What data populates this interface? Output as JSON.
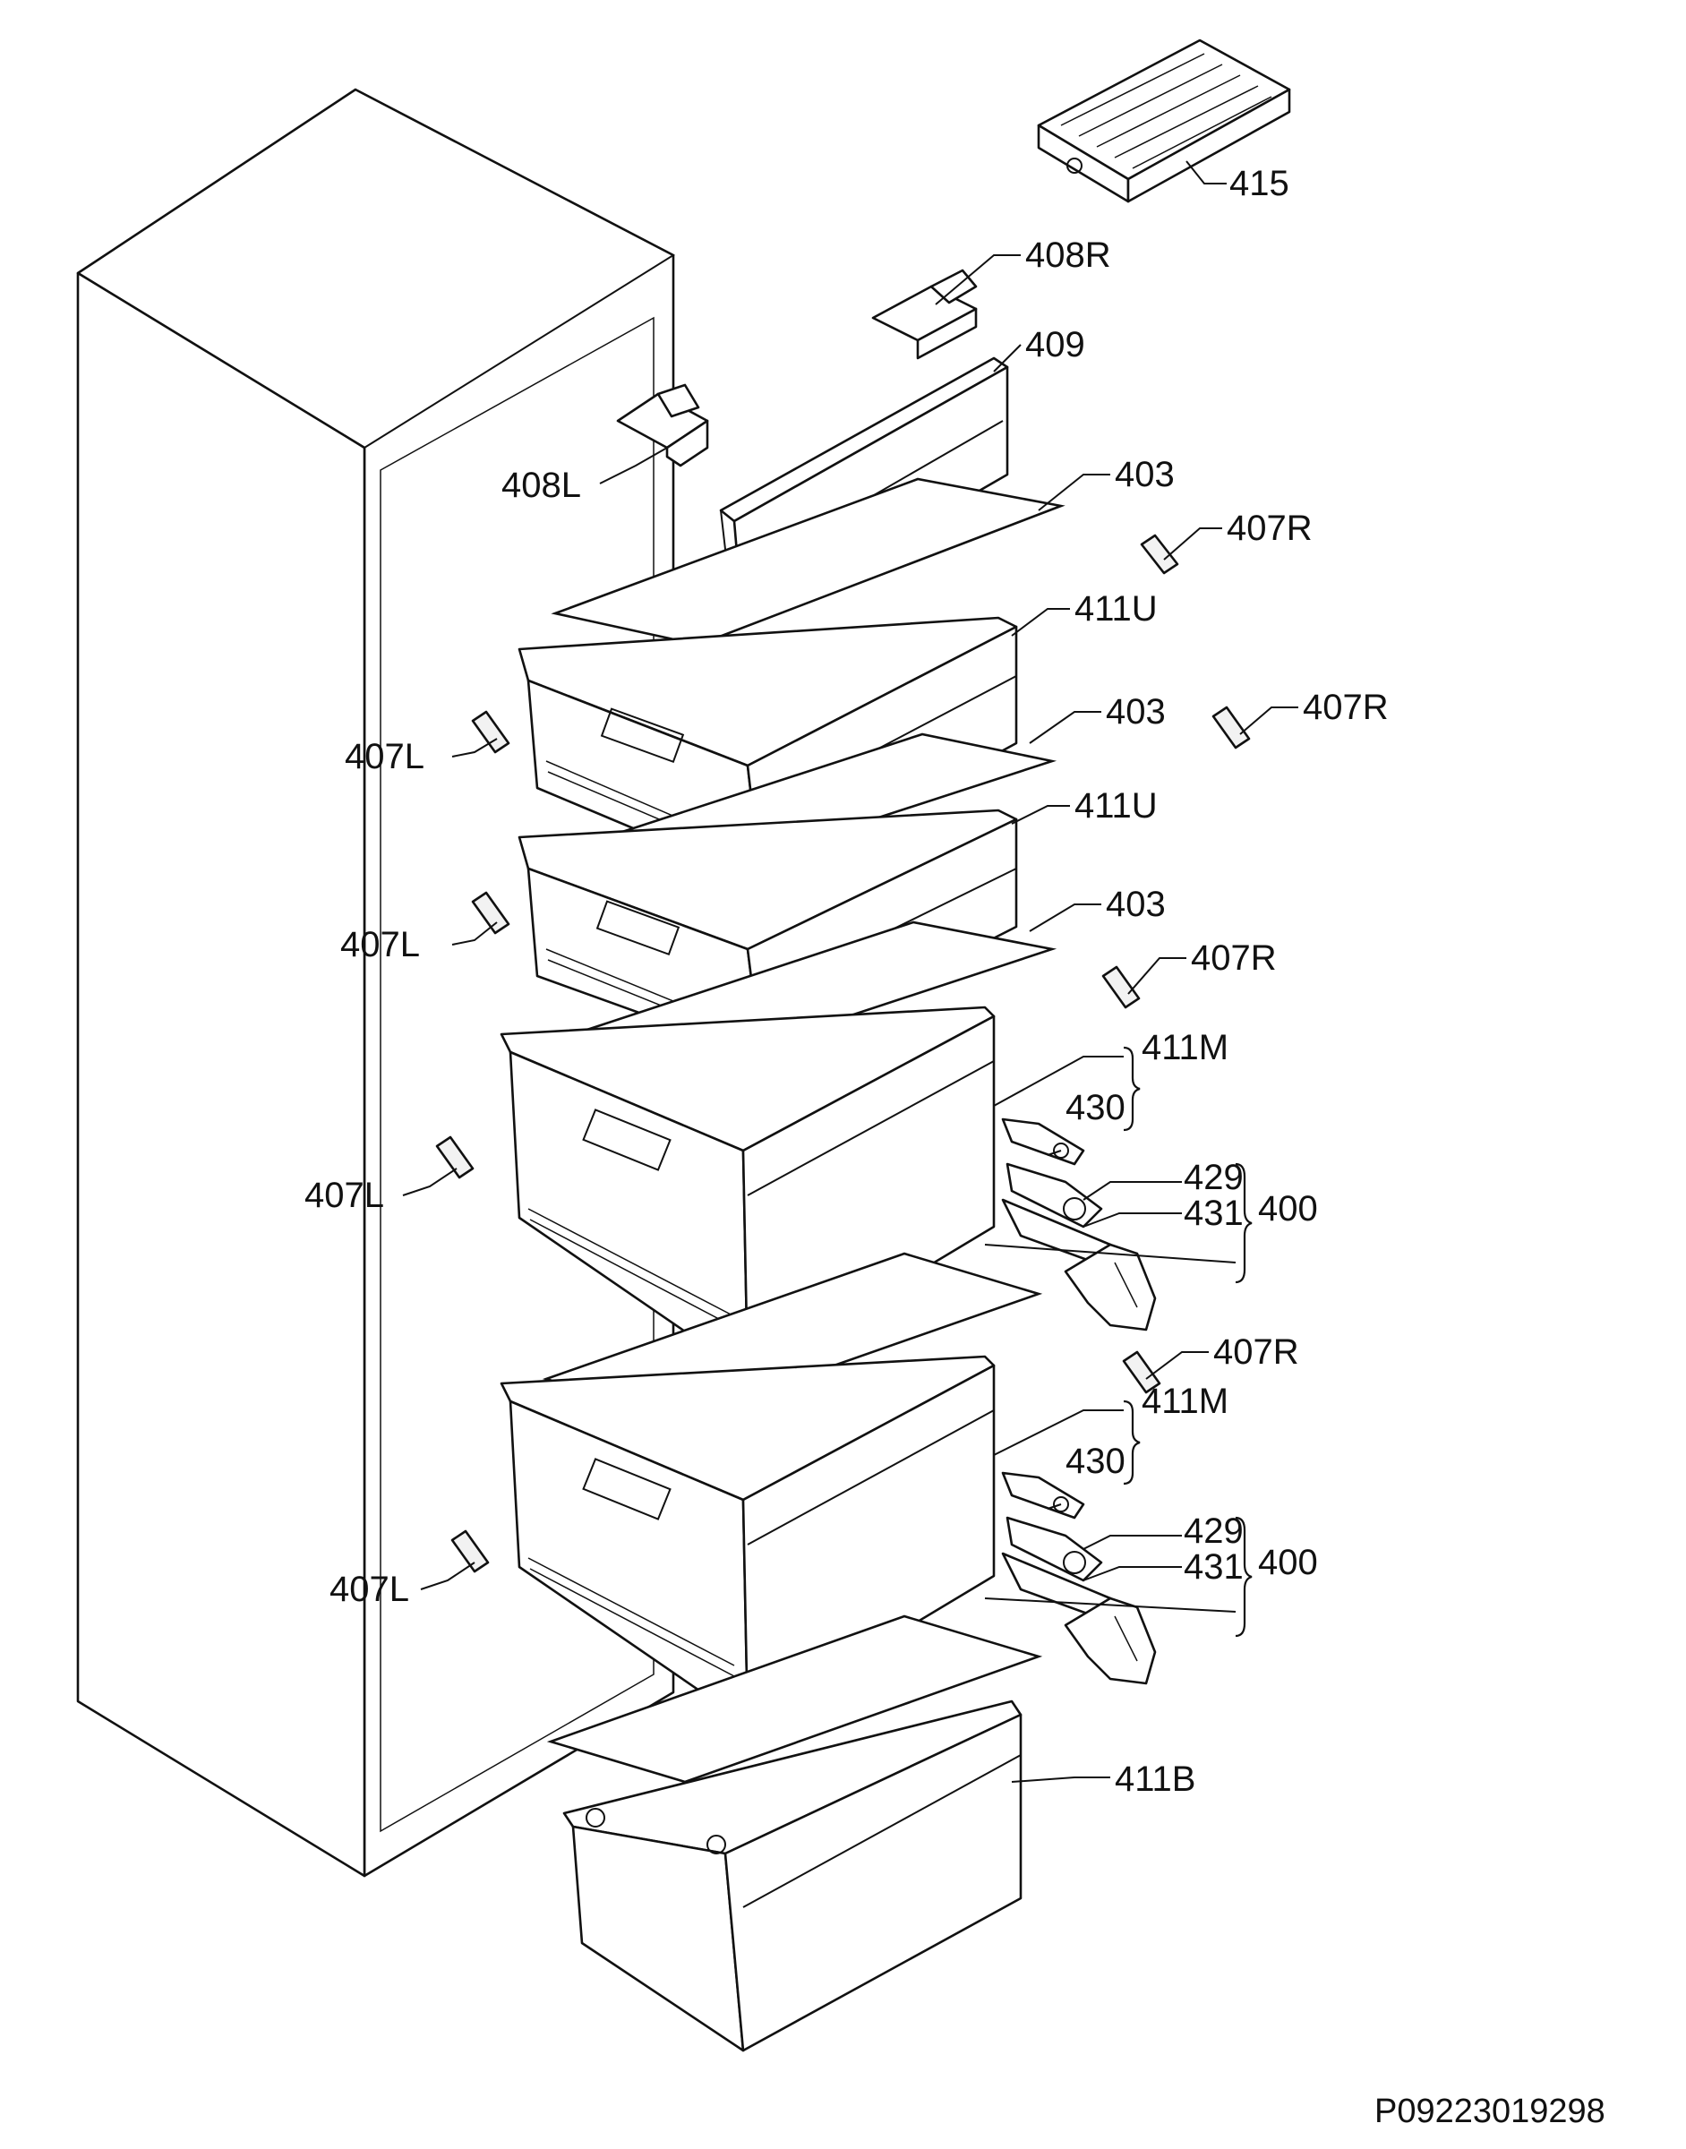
{
  "labels": {
    "l415": "415",
    "l408R": "408R",
    "l409": "409",
    "l408L": "408L",
    "l403a": "403",
    "l407Ra": "407R",
    "l411Ua": "411U",
    "l407Rb": "407R",
    "l403b": "403",
    "l407La": "407L",
    "l411Ub": "411U",
    "l403c": "403",
    "l407Lb": "407L",
    "l407Rc": "407R",
    "l411Ma": "411M",
    "l430a": "430",
    "l429a": "429",
    "l400a": "400",
    "l431a": "431",
    "l407Lc": "407L",
    "l407Rd": "407R",
    "l411Mb": "411M",
    "l430b": "430",
    "l429b": "429",
    "l400b": "400",
    "l431b": "431",
    "l407Ld": "407L",
    "l411B": "411B"
  },
  "reference_code": "P09223019298"
}
